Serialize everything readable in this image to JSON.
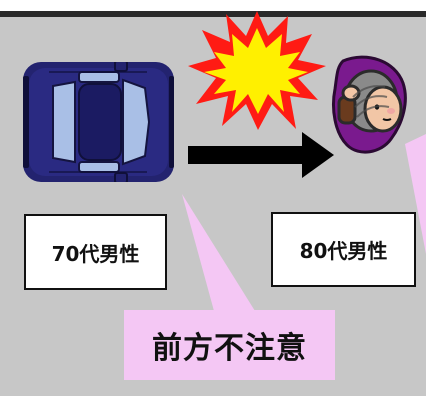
{
  "labels": {
    "driver": "70代男性",
    "pedestrian": "80代男性"
  },
  "callout": {
    "text": "前方不注意"
  },
  "icons": {
    "car": "car-icon",
    "impact": "impact-burst-icon",
    "arrow": "arrow-right-icon",
    "pedestrian": "elderly-pedestrian-icon"
  },
  "colors": {
    "road": "#c7c7c7",
    "road_edge": "#2a2a2a",
    "car_body": "#23236f",
    "car_window": "#a9bfe6",
    "burst_outer": "#ff1b14",
    "burst_inner": "#fff000",
    "callout_bg": "#f4c7f4",
    "arrow": "#000000",
    "label_border": "#111111"
  }
}
